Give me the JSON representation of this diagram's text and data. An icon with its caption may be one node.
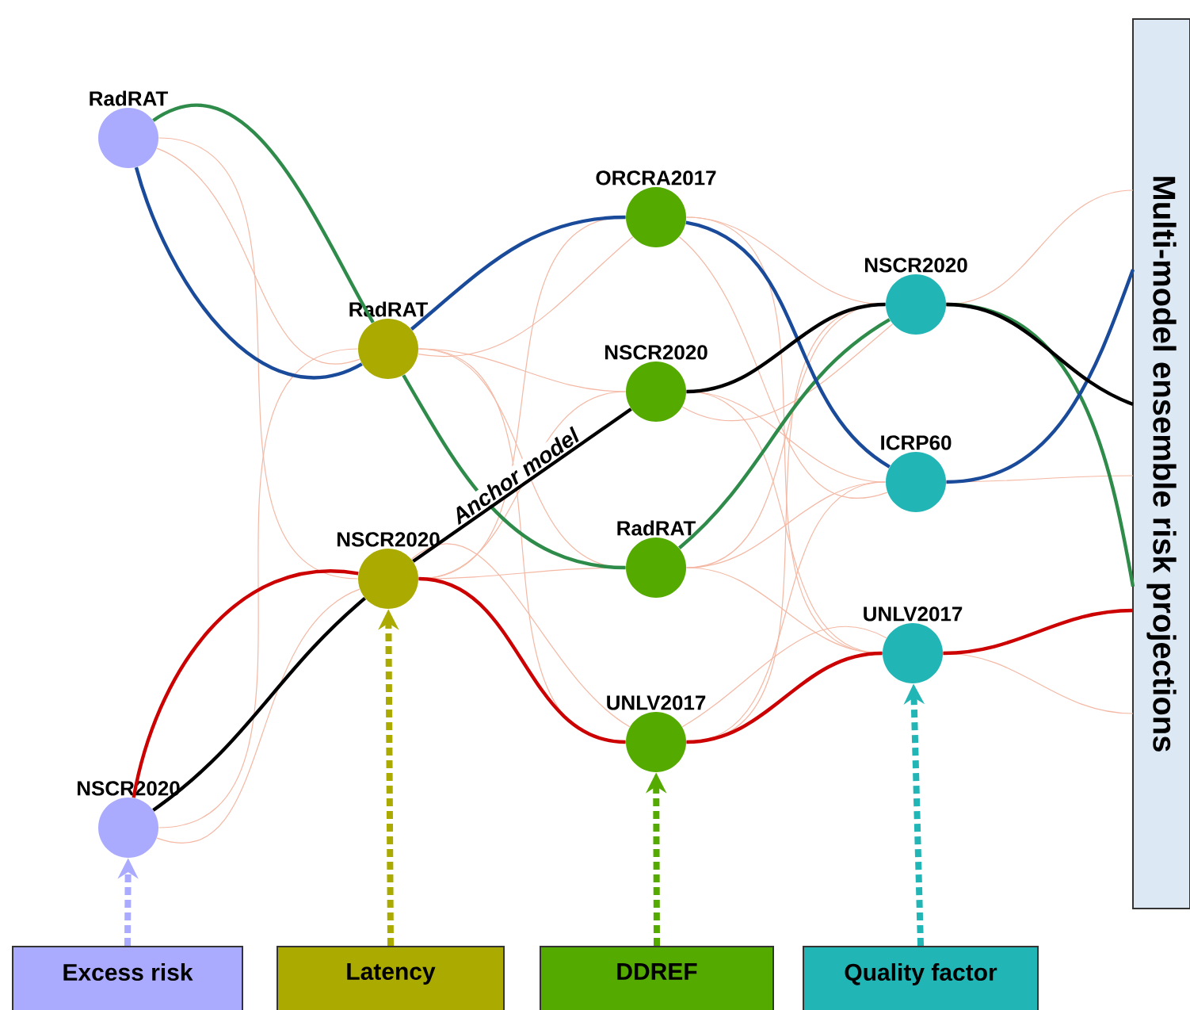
{
  "diagram": {
    "nodes": [
      {
        "text": [
          "RadRAT"
        ]
      },
      {
        "text": [
          "NSCR2020"
        ]
      },
      {
        "text": [
          "RadRAT"
        ]
      },
      {
        "text": [
          "NSCR2020"
        ]
      },
      {
        "text": [
          "ORCRA2017"
        ]
      },
      {
        "text": [
          "NSCR2020"
        ]
      },
      {
        "text": [
          "RadRAT"
        ]
      },
      {
        "text": [
          "UNLV2017"
        ]
      },
      {
        "text": [
          "NSCR2020"
        ]
      },
      {
        "text": [
          "ICRP60"
        ]
      },
      {
        "text": [
          "UNLV2017"
        ]
      },
      {
        "text": [
          "Multi-model ensemble risk projections"
        ]
      },
      {
        "text": [
          "Excess risk"
        ]
      },
      {
        "text": [
          "Latency"
        ]
      },
      {
        "text": [
          "DDREF"
        ]
      },
      {
        "text": [
          "Quality factor"
        ]
      }
    ],
    "edges": [
      {
        "from": 0,
        "to": 2,
        "arrow": "none"
      },
      {
        "from": 0,
        "to": 3,
        "arrow": "none"
      },
      {
        "from": 1,
        "to": 2,
        "arrow": "none"
      },
      {
        "from": 1,
        "to": 3,
        "arrow": "none"
      },
      {
        "from": 2,
        "to": 4,
        "arrow": "none"
      },
      {
        "from": 2,
        "to": 5,
        "arrow": "none"
      },
      {
        "from": 2,
        "to": 6,
        "arrow": "none"
      },
      {
        "from": 2,
        "to": 7,
        "arrow": "none"
      },
      {
        "from": 3,
        "to": 4,
        "arrow": "none"
      },
      {
        "from": 3,
        "to": 5,
        "arrow": "none"
      },
      {
        "from": 3,
        "to": 6,
        "arrow": "none"
      },
      {
        "from": 3,
        "to": 7,
        "arrow": "none"
      },
      {
        "from": 4,
        "to": 8,
        "arrow": "none"
      },
      {
        "from": 4,
        "to": 9,
        "arrow": "none"
      },
      {
        "from": 4,
        "to": 10,
        "arrow": "none"
      },
      {
        "from": 5,
        "to": 8,
        "arrow": "none"
      },
      {
        "from": 5,
        "to": 9,
        "arrow": "none"
      },
      {
        "from": 5,
        "to": 10,
        "arrow": "none"
      },
      {
        "from": 6,
        "to": 8,
        "arrow": "none"
      },
      {
        "from": 6,
        "to": 9,
        "arrow": "none"
      },
      {
        "from": 6,
        "to": 10,
        "arrow": "none"
      },
      {
        "from": 7,
        "to": 8,
        "arrow": "none"
      },
      {
        "from": 7,
        "to": 9,
        "arrow": "none"
      },
      {
        "from": 7,
        "to": 10,
        "arrow": "none"
      },
      {
        "from": 8,
        "to": 11,
        "arrow": "none"
      },
      {
        "from": 9,
        "to": 11,
        "arrow": "none"
      },
      {
        "from": 10,
        "to": 11,
        "arrow": "none"
      },
      {
        "from": 0,
        "to": 2,
        "arrow": "none",
        "style": "thick",
        "color": "#2e8b4a"
      },
      {
        "from": 2,
        "to": 6,
        "arrow": "none",
        "style": "thick",
        "color": "#2e8b4a"
      },
      {
        "from": 6,
        "to": 8,
        "arrow": "none",
        "style": "thick",
        "color": "#2e8b4a"
      },
      {
        "from": 8,
        "to": 11,
        "arrow": "none",
        "style": "thick",
        "color": "#2e8b4a"
      },
      {
        "from": 0,
        "to": 2,
        "arrow": "none",
        "style": "thick",
        "color": "#1a4a9a"
      },
      {
        "from": 2,
        "to": 4,
        "arrow": "none",
        "style": "thick",
        "color": "#1a4a9a"
      },
      {
        "from": 4,
        "to": 9,
        "arrow": "none",
        "style": "thick",
        "color": "#1a4a9a"
      },
      {
        "from": 9,
        "to": 11,
        "arrow": "none",
        "style": "thick",
        "color": "#1a4a9a"
      },
      {
        "from": 1,
        "to": 3,
        "arrow": "none",
        "style": "thick",
        "color": "#000000"
      },
      {
        "from": 3,
        "to": 5,
        "arrow": "none",
        "style": "thick",
        "color": "#000000",
        "label": "Anchor model"
      },
      {
        "from": 5,
        "to": 8,
        "arrow": "none",
        "style": "thick",
        "color": "#000000"
      },
      {
        "from": 8,
        "to": 11,
        "arrow": "none",
        "style": "thick",
        "color": "#000000"
      },
      {
        "from": 1,
        "to": 3,
        "arrow": "none",
        "style": "thick",
        "color": "#cc0000"
      },
      {
        "from": 3,
        "to": 7,
        "arrow": "none",
        "style": "thick",
        "color": "#cc0000"
      },
      {
        "from": 7,
        "to": 10,
        "arrow": "none",
        "style": "thick",
        "color": "#cc0000"
      },
      {
        "from": 10,
        "to": 11,
        "arrow": "none",
        "style": "thick",
        "color": "#cc0000"
      },
      {
        "from": 12,
        "to": 1,
        "arrow": "to",
        "style": "dashed",
        "color": "#aaaaff"
      },
      {
        "from": 13,
        "to": 3,
        "arrow": "to",
        "style": "dashed",
        "color": "#aaaa00"
      },
      {
        "from": 14,
        "to": 7,
        "arrow": "to",
        "style": "dashed",
        "color": "#55aa00"
      },
      {
        "from": 15,
        "to": 10,
        "arrow": "to",
        "style": "dashed",
        "color": "#22b5b5"
      }
    ]
  }
}
